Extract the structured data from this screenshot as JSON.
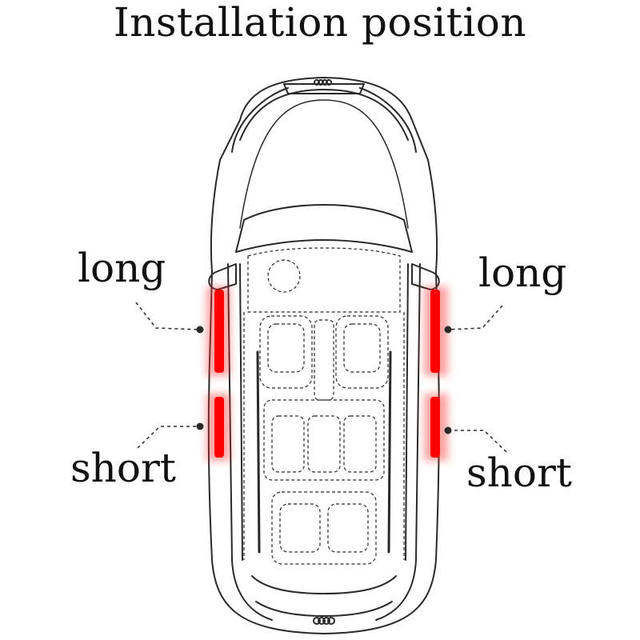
{
  "title": "Installation position",
  "labels": {
    "long_left": "long",
    "long_right": "long",
    "short_left": "short",
    "short_right": "short"
  },
  "colors": {
    "strip": "#ff0000",
    "line": "#2a2a2a"
  }
}
